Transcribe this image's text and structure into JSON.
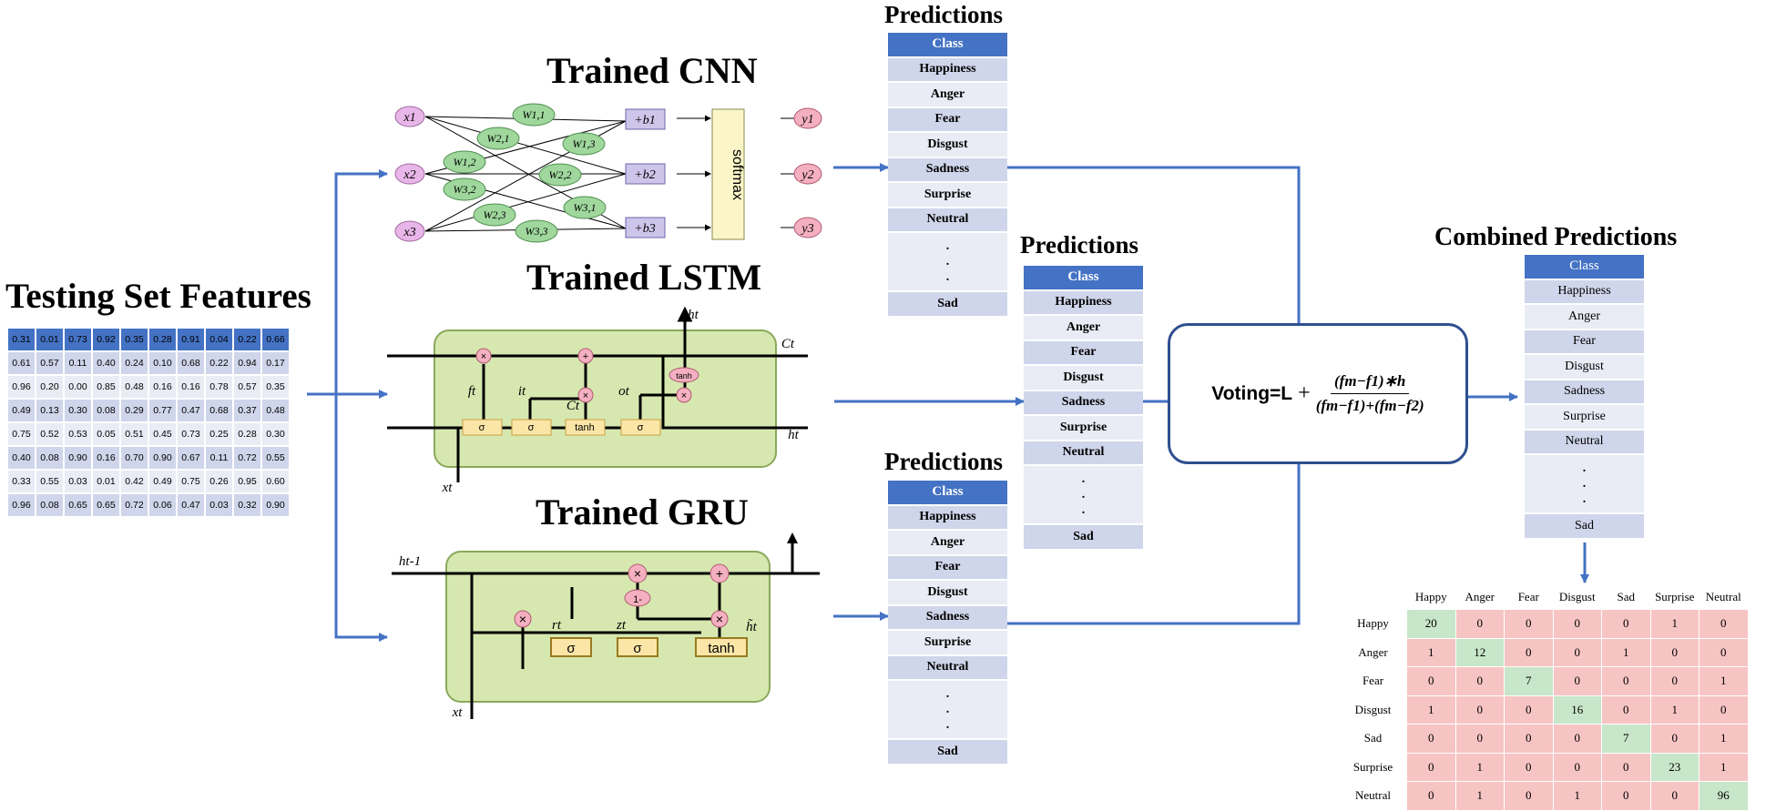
{
  "titles": {
    "cnn": "Trained CNN",
    "lstm": "Trained LSTM",
    "gru": "Trained GRU",
    "features": "Testing Set Features",
    "pred_cnn": "Predictions",
    "pred_lstm": "Predictions",
    "pred_gru": "Predictions",
    "combined": "Combined Predictions"
  },
  "features_table": [
    [
      "0.31",
      "0.01",
      "0.73",
      "0.92",
      "0.35",
      "0.28",
      "0.91",
      "0.04",
      "0.22",
      "0.66"
    ],
    [
      "0.61",
      "0.57",
      "0.11",
      "0.40",
      "0.24",
      "0.10",
      "0.68",
      "0.22",
      "0.94",
      "0.17"
    ],
    [
      "0.96",
      "0.20",
      "0.00",
      "0.85",
      "0.48",
      "0.16",
      "0.16",
      "0.78",
      "0.57",
      "0.35"
    ],
    [
      "0.49",
      "0.13",
      "0.30",
      "0.08",
      "0.29",
      "0.77",
      "0.47",
      "0.68",
      "0.37",
      "0.48"
    ],
    [
      "0.75",
      "0.52",
      "0.53",
      "0.05",
      "0.51",
      "0.45",
      "0.73",
      "0.25",
      "0.28",
      "0.30"
    ],
    [
      "0.40",
      "0.08",
      "0.90",
      "0.16",
      "0.70",
      "0.90",
      "0.67",
      "0.11",
      "0.72",
      "0.55"
    ],
    [
      "0.33",
      "0.55",
      "0.03",
      "0.01",
      "0.42",
      "0.49",
      "0.75",
      "0.26",
      "0.95",
      "0.60"
    ],
    [
      "0.96",
      "0.08",
      "0.65",
      "0.65",
      "0.72",
      "0.06",
      "0.47",
      "0.03",
      "0.32",
      "0.90"
    ]
  ],
  "class_list": {
    "header": "Class",
    "items": [
      "Happiness",
      "Anger",
      "Fear",
      "Disgust",
      "Sadness",
      "Surprise",
      "Neutral"
    ],
    "dots": [
      ".",
      ".",
      "."
    ],
    "last": "Sad"
  },
  "cnn_diagram": {
    "inputs": [
      "x1",
      "x2",
      "x3"
    ],
    "weights": [
      "W1,1",
      "W2,1",
      "W1,3",
      "W1,2",
      "W2,2",
      "W3,2",
      "W3,1",
      "W2,3",
      "W3,3"
    ],
    "biases": [
      "+b1",
      "+b2",
      "+b3"
    ],
    "softmax": "softmax",
    "outputs": [
      "y1",
      "y2",
      "y3"
    ]
  },
  "lstm_diagram": {
    "gates": [
      "σ",
      "σ",
      "tanh",
      "σ"
    ],
    "labels": [
      "ft",
      "it",
      "C̃t",
      "ot",
      "ht",
      "Ct",
      "ht",
      "xt",
      "tanh"
    ],
    "ops": [
      "×",
      "+",
      "×",
      "×"
    ]
  },
  "gru_diagram": {
    "gates": [
      "σ",
      "σ",
      "tanh"
    ],
    "labels": [
      "ht-1",
      "rt",
      "zt",
      "h̃t",
      "xt",
      "1-"
    ],
    "ops": [
      "×",
      "+",
      "×",
      "×"
    ]
  },
  "voting": {
    "lhs": "Voting=L",
    "plus": "+",
    "numerator": "(fm−f1)∗h",
    "denominator": "(fm−f1)+(fm−f2)"
  },
  "confusion_matrix": {
    "labels": [
      "Happy",
      "Anger",
      "Fear",
      "Disgust",
      "Sad",
      "Surprise",
      "Neutral"
    ],
    "values": [
      [
        20,
        0,
        0,
        0,
        0,
        1,
        0
      ],
      [
        1,
        12,
        0,
        0,
        1,
        0,
        0
      ],
      [
        0,
        0,
        7,
        0,
        0,
        0,
        1
      ],
      [
        1,
        0,
        0,
        16,
        0,
        1,
        0
      ],
      [
        0,
        0,
        0,
        0,
        7,
        0,
        1
      ],
      [
        0,
        1,
        0,
        0,
        0,
        23,
        1
      ],
      [
        0,
        1,
        0,
        1,
        0,
        0,
        96
      ]
    ]
  },
  "colors": {
    "arrow": "#4472c4",
    "header_blue": "#4472c4",
    "row_dark": "#cfd5ea",
    "row_light": "#e9ebf5",
    "cell_green": "#c8e6c9",
    "cell_red": "#f7c4c4",
    "cell_green_node": "#9fd79c",
    "input_node": "#e8b6e8",
    "output_node": "#f4b0c0",
    "lstm_box": "#d6e8b0"
  }
}
